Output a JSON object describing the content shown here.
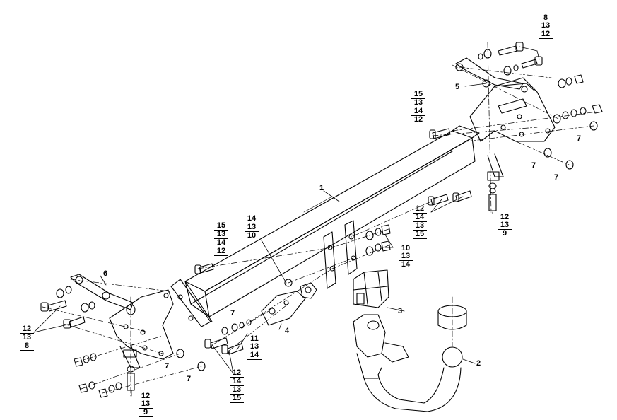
{
  "diagram": {
    "part_labels": {
      "p1": "1",
      "p2": "2",
      "p3": "3",
      "p4": "4",
      "p5": "5",
      "p6": "6",
      "p7a": "7",
      "p7b": "7",
      "p7c": "7",
      "p7d": "7",
      "p7e": "7",
      "p7f": "7"
    },
    "stacks": {
      "s_8_13_12": [
        "8",
        "13",
        "12"
      ],
      "s_15_13_14_12_right": [
        "15",
        "13",
        "14",
        "12"
      ],
      "s_15_13_14_12_left": [
        "15",
        "13",
        "14",
        "12"
      ],
      "s_14_13_10": [
        "14",
        "13",
        "10"
      ],
      "s_10_13_14": [
        "10",
        "13",
        "14"
      ],
      "s_12_14_13_15_right": [
        "12",
        "14",
        "13",
        "15"
      ],
      "s_12_13_9_right": [
        "12",
        "13",
        "9"
      ],
      "s_12_13_8": [
        "12",
        "13",
        "8"
      ],
      "s_11_13_14": [
        "11",
        "13",
        "14"
      ],
      "s_12_14_13_15_left": [
        "12",
        "14",
        "13",
        "15"
      ],
      "s_12_13_9_left": [
        "12",
        "13",
        "9"
      ]
    }
  }
}
